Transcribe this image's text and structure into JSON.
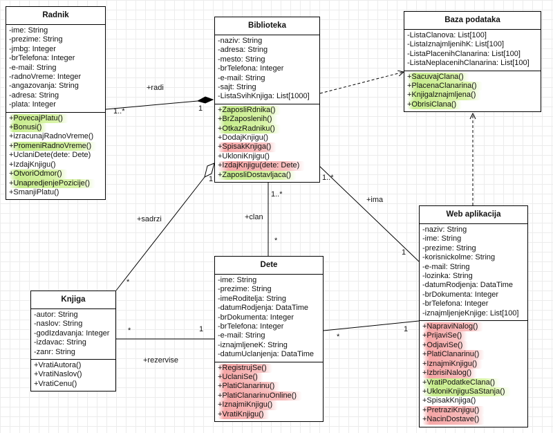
{
  "classes": {
    "radnik": {
      "title": "Radnik",
      "attributes": [
        "-ime: String",
        "-prezime: String",
        "-jmbg: Integer",
        "-brTelefona: Integer",
        "-e-mail: String",
        "-radnoVreme: Integer",
        "-angazovanja: String",
        "-adresa: String",
        "-plata: Integer"
      ],
      "methods": [
        {
          "text": "+PovecajPlatu()",
          "hl": "green"
        },
        {
          "text": "+Bonusi()",
          "hl": "green"
        },
        {
          "text": "+izracunajRadnoVreme()",
          "hl": ""
        },
        {
          "text": "+PromeniRadnoVreme()",
          "hl": "green"
        },
        {
          "text": "+UclaniDete(dete: Dete)",
          "hl": ""
        },
        {
          "text": "+IzdajKnjigu()",
          "hl": ""
        },
        {
          "text": "+OtvoriOdmor()",
          "hl": "green"
        },
        {
          "text": "+UnapredjenjePozicije()",
          "hl": "green"
        },
        {
          "text": "+SmanjiPlatu()",
          "hl": ""
        }
      ]
    },
    "biblioteka": {
      "title": "Biblioteka",
      "attributes": [
        "-naziv: String",
        "-adresa: String",
        "-mesto: String",
        "-brTelefona: Integer",
        "-e-mail: String",
        "-sajt: String",
        "-ListaSvihKnjiga: List[1000]"
      ],
      "methods": [
        {
          "text": "+ZaposliRdnika()",
          "hl": "green"
        },
        {
          "text": "+BrZaposlenih()",
          "hl": "green"
        },
        {
          "text": "+OtkazRadniku()",
          "hl": "green"
        },
        {
          "text": "+DodajKnjigu()",
          "hl": ""
        },
        {
          "text": "+SpisakKnjiga()",
          "hl": "red"
        },
        {
          "text": "+UkloniKnjigu()",
          "hl": ""
        },
        {
          "text": "+IzdajKnjigu(dete: Dete)",
          "hl": "red"
        },
        {
          "text": "+ZaposliDostavljaca()",
          "hl": "green"
        }
      ]
    },
    "baza": {
      "title": "Baza podataka",
      "attributes": [
        "-ListaClanova: List[100]",
        "-ListaIznajmljenihK: List[100]",
        "-ListaPlacenihClanarina: List[100]",
        "-ListaNeplacenihClanarina: List[100]"
      ],
      "methods": [
        {
          "text": "+SacuvajClana()",
          "hl": "green"
        },
        {
          "text": "+PlacenaClanarina()",
          "hl": "green"
        },
        {
          "text": "+Knjigalznajmljena()",
          "hl": "green"
        },
        {
          "text": "+ObrisiClana()",
          "hl": "green"
        }
      ]
    },
    "knjiga": {
      "title": "Knjiga",
      "attributes": [
        "-autor: String",
        "-naslov: String",
        "-godIzdavanja: Integer",
        "-izdavac: String",
        "-zanr: String"
      ],
      "methods": [
        {
          "text": "+VratiAutora()",
          "hl": ""
        },
        {
          "text": "+VratiNaslov()",
          "hl": ""
        },
        {
          "text": "+VratiCenu()",
          "hl": ""
        }
      ]
    },
    "dete": {
      "title": "Dete",
      "attributes": [
        "-ime: String",
        "-prezime: String",
        "-imeRoditelja: String",
        "-datumRodjenja: DataTime",
        "-brDokumenta: Integer",
        "-brTelefona: Integer",
        "-e-mail: String",
        "-iznajmljeneK: String",
        "-datumUclanjenja: DataTime"
      ],
      "methods": [
        {
          "text": "+RegistrujSe()",
          "hl": "red"
        },
        {
          "text": "+UclaniSe()",
          "hl": "red"
        },
        {
          "text": "+PlatiClanarinu()",
          "hl": "red"
        },
        {
          "text": "+PlatiClanarinuOnline()",
          "hl": "red"
        },
        {
          "text": "+IznajmiKnjigu()",
          "hl": "red"
        },
        {
          "text": "+VratiKnjigu()",
          "hl": "red"
        }
      ]
    },
    "web": {
      "title": "Web aplikacija",
      "attributes": [
        "-naziv: String",
        "-ime: String",
        "-prezime: String",
        "-korisnickolme: String",
        "-e-mail: String",
        "-lozinka: String",
        "-datumRodjenja: DataTime",
        "-brDokumenta: Integer",
        "-brTelefona: Integer",
        "-iznajmljenjeKnjige: List[100]"
      ],
      "methods": [
        {
          "text": "+NapraviNalog()",
          "hl": "red"
        },
        {
          "text": "+PrijaviSe()",
          "hl": "red"
        },
        {
          "text": "+OdjaviSe()",
          "hl": "red"
        },
        {
          "text": "+PlatiClanarinu()",
          "hl": "red"
        },
        {
          "text": "+IznajmiKnjigu()",
          "hl": "red"
        },
        {
          "text": "+IzbrisiNalog()",
          "hl": "red"
        },
        {
          "text": "+VratiPodatkeClana()",
          "hl": "green"
        },
        {
          "text": "+UkloniKnjiguSaStanja()",
          "hl": "green"
        },
        {
          "text": "+SpisakKnjiga()",
          "hl": ""
        },
        {
          "text": "+PretraziKnjigu()",
          "hl": "red"
        },
        {
          "text": "+NacinDostave()",
          "hl": "red"
        }
      ]
    }
  },
  "labels": {
    "radi": "+radi",
    "radi_mult_left": "1..*",
    "radi_mult_right": "1",
    "sadrzi": "+sadrzi",
    "sadrzi_mult_top": "1",
    "sadrzi_mult_bottom": "*",
    "clan": "+clan",
    "clan_mult_top": "1..*",
    "clan_mult_bottom": "*",
    "ima": "+ima",
    "ima_mult_top": "1..*",
    "ima_mult_bottom": "1",
    "rezervise": "+rezervise",
    "rez_mult_left": "*",
    "rez_mult_right": "1",
    "dete_web_mult_left": "*",
    "dete_web_mult_right": "1"
  },
  "colors": {
    "highlight_green": "#c8ee8c",
    "highlight_red": "#f4a0a0",
    "line": "#000000"
  }
}
